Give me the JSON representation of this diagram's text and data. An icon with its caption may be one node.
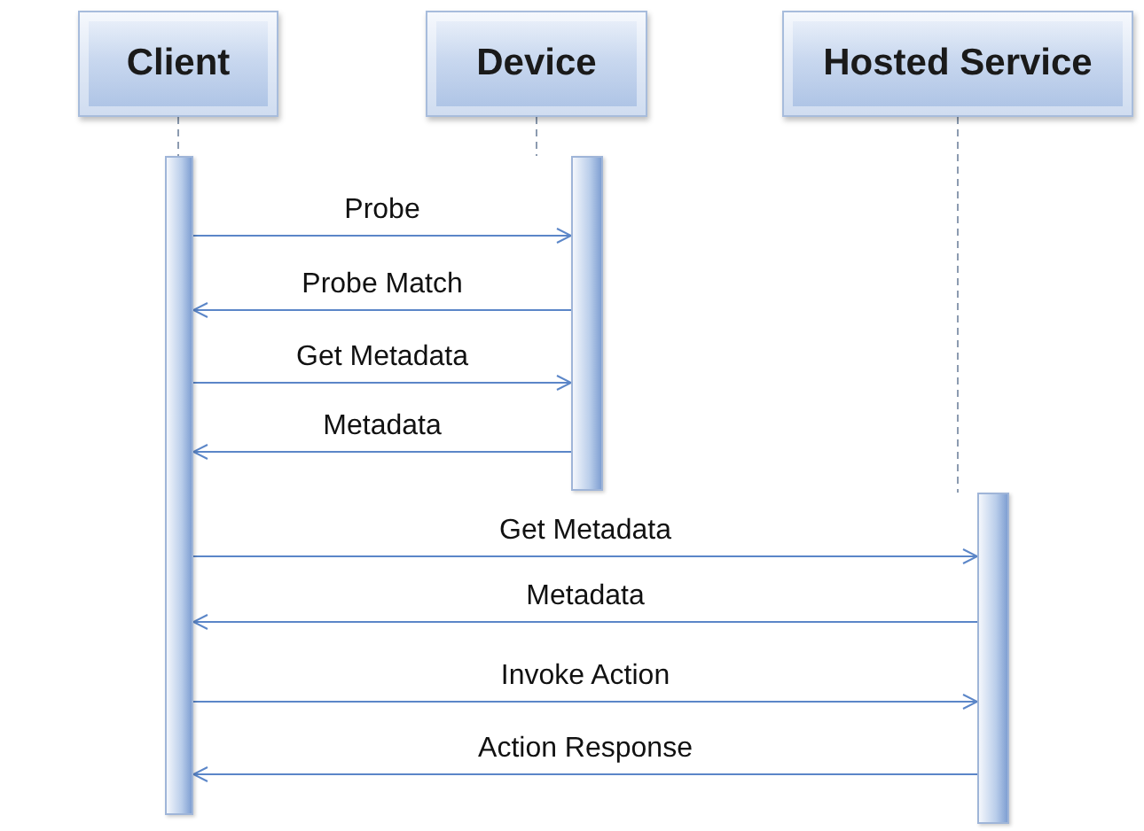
{
  "diagram": {
    "nodes": [
      {
        "text": [
          "Client"
        ]
      },
      {
        "text": [
          "Device"
        ]
      },
      {
        "text": [
          "Hosted Service"
        ]
      },
      {
        "text": [],
        "shape": "bar"
      },
      {
        "text": [],
        "shape": "bar"
      },
      {
        "text": [],
        "shape": "bar"
      }
    ],
    "edges": [
      {
        "from": 0,
        "to": 3,
        "arrow": "none",
        "style": "dashed",
        "color": "#8c9bb0"
      },
      {
        "from": 1,
        "to": 4,
        "arrow": "none",
        "style": "dashed",
        "color": "#8c9bb0"
      },
      {
        "from": 2,
        "to": 5,
        "arrow": "none",
        "style": "dashed",
        "color": "#8c9bb0"
      },
      {
        "from": 3,
        "to": 4,
        "arrow": "to",
        "label": "Probe"
      },
      {
        "from": 4,
        "to": 3,
        "arrow": "to",
        "label": "Probe Match"
      },
      {
        "from": 3,
        "to": 4,
        "arrow": "to",
        "label": "Get Metadata"
      },
      {
        "from": 4,
        "to": 3,
        "arrow": "to",
        "label": "Metadata"
      },
      {
        "from": 3,
        "to": 5,
        "arrow": "to",
        "label": "Get Metadata"
      },
      {
        "from": 5,
        "to": 3,
        "arrow": "to",
        "label": "Metadata"
      },
      {
        "from": 3,
        "to": 5,
        "arrow": "to",
        "label": "Invoke Action"
      },
      {
        "from": 5,
        "to": 3,
        "arrow": "to",
        "label": "Action Response"
      }
    ]
  }
}
